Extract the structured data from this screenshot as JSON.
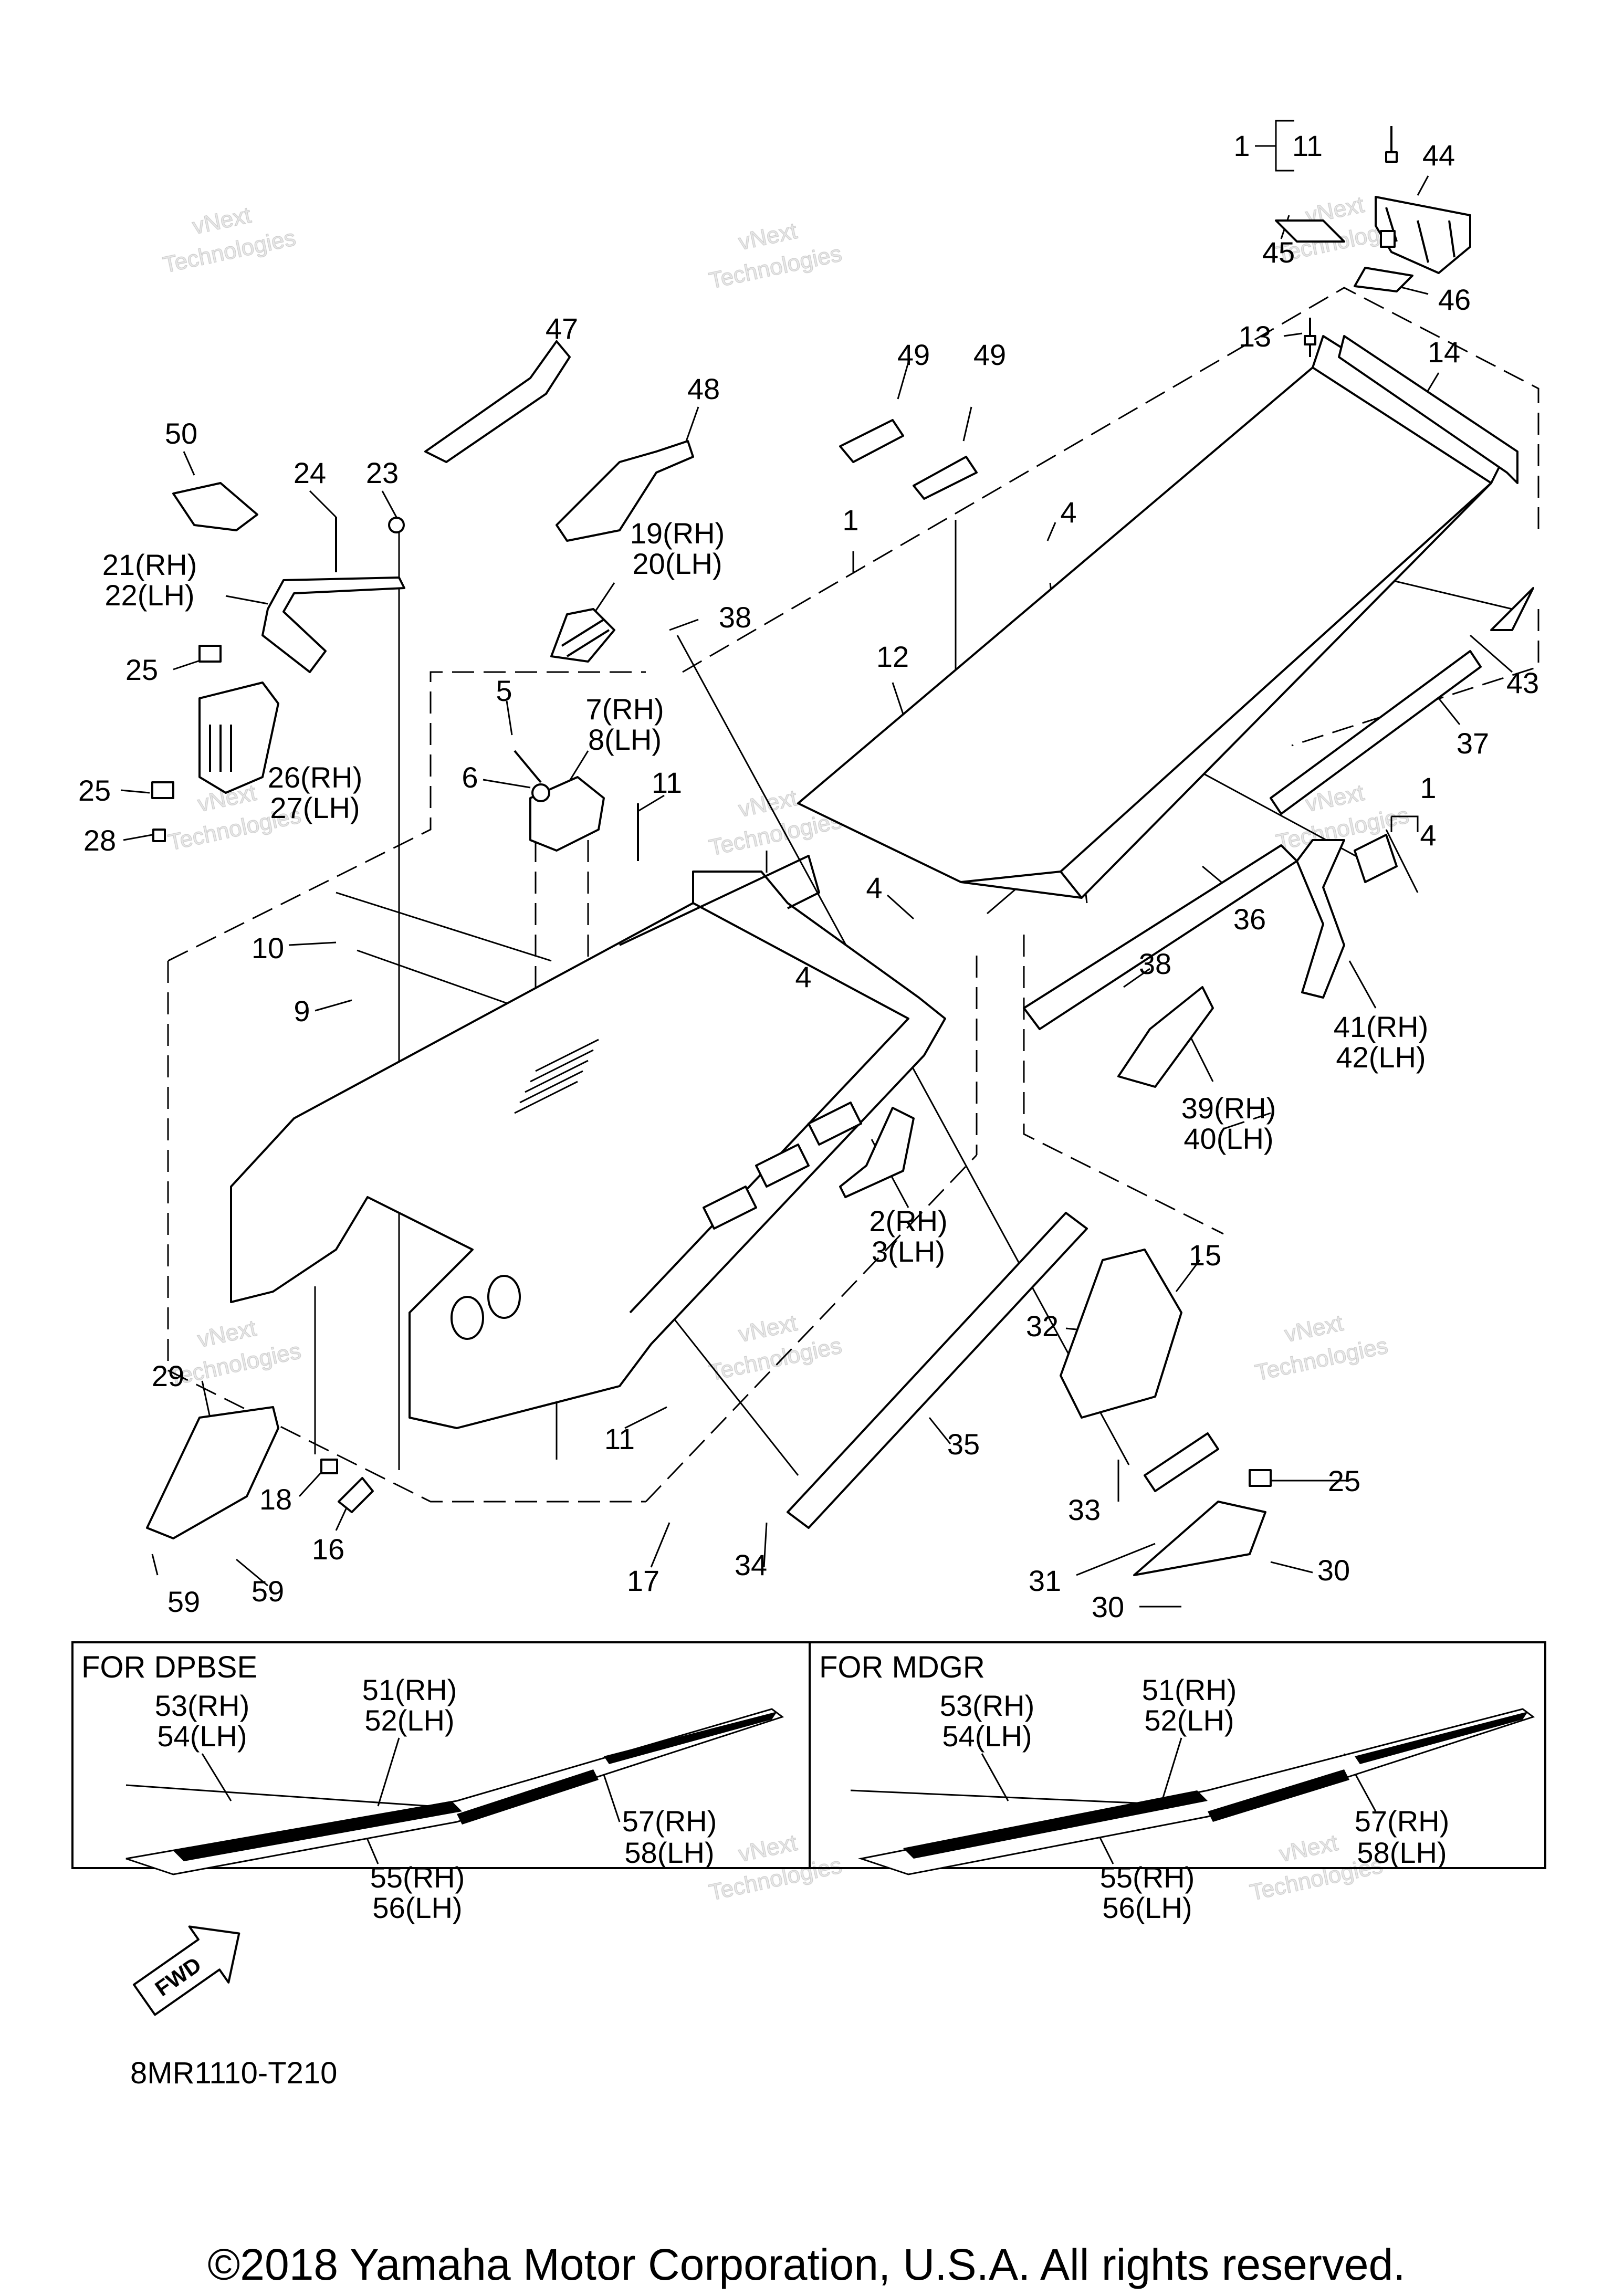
{
  "callouts": [
    "1",
    "11",
    "44",
    "45",
    "46",
    "13",
    "14",
    "47",
    "48",
    "49",
    "49",
    "50",
    "24",
    "23",
    "19(RH)",
    "20(LH)",
    "38",
    "1",
    "4",
    "12",
    "21(RH)",
    "22(LH)",
    "25",
    "5",
    "7(RH)",
    "8(LH)",
    "6",
    "11",
    "26(RH)",
    "27(LH)",
    "25",
    "28",
    "43",
    "37",
    "1",
    "4",
    "10",
    "4",
    "4",
    "36",
    "9",
    "38",
    "41(RH)",
    "42(LH)",
    "39(RH)",
    "40(LH)",
    "2(RH)",
    "3(LH)",
    "15",
    "32",
    "29",
    "11",
    "35",
    "18",
    "25",
    "16",
    "33",
    "17",
    "34",
    "31",
    "59",
    "30",
    "59",
    "30"
  ],
  "box_left": {
    "title": "FOR DPBSE",
    "labels": [
      "53(RH)",
      "54(LH)",
      "51(RH)",
      "52(LH)",
      "57(RH)",
      "58(LH)",
      "55(RH)",
      "56(LH)"
    ]
  },
  "box_right": {
    "title": "FOR MDGR",
    "labels": [
      "53(RH)",
      "54(LH)",
      "51(RH)",
      "52(LH)",
      "57(RH)",
      "58(LH)",
      "55(RH)",
      "56(LH)"
    ]
  },
  "fwd_label": "FWD",
  "diagram_code": "8MR1110-T210",
  "watermark": [
    "vNext",
    "Technologies"
  ],
  "copyright": "©2018 Yamaha Motor Corporation, U.S.A. All rights reserved."
}
